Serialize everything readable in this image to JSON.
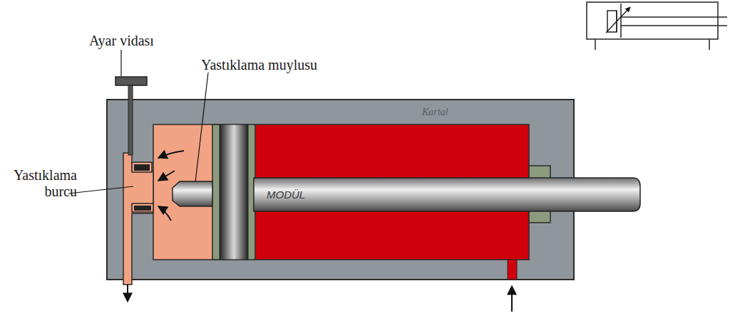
{
  "diagram": {
    "labels": [
      "Ayar vidası",
      "Yastıklama muylusu",
      "Yastıklama burcu",
      "Kartal",
      "MODÜL"
    ]
  }
}
